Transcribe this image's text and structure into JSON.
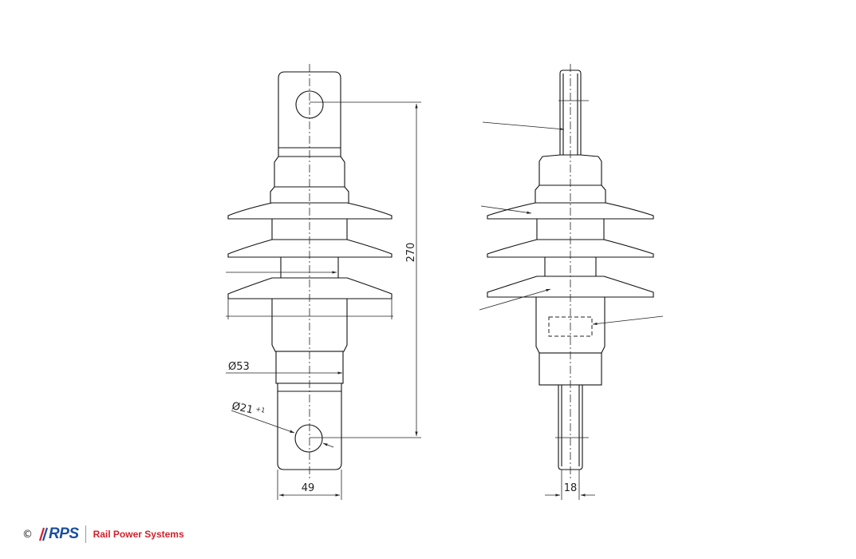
{
  "dimensions": {
    "height": "270",
    "shed_diameter": "Ø53",
    "hole_diameter": "Ø21",
    "hole_tolerance": "+1",
    "width_front": "49",
    "width_side": "18"
  },
  "footer": {
    "copyright": "©",
    "brand": "RPS",
    "company": "Rail Power Systems"
  },
  "colors": {
    "line": "#111111",
    "brand_blue": "#1b4f9c",
    "brand_red": "#d3202b"
  }
}
